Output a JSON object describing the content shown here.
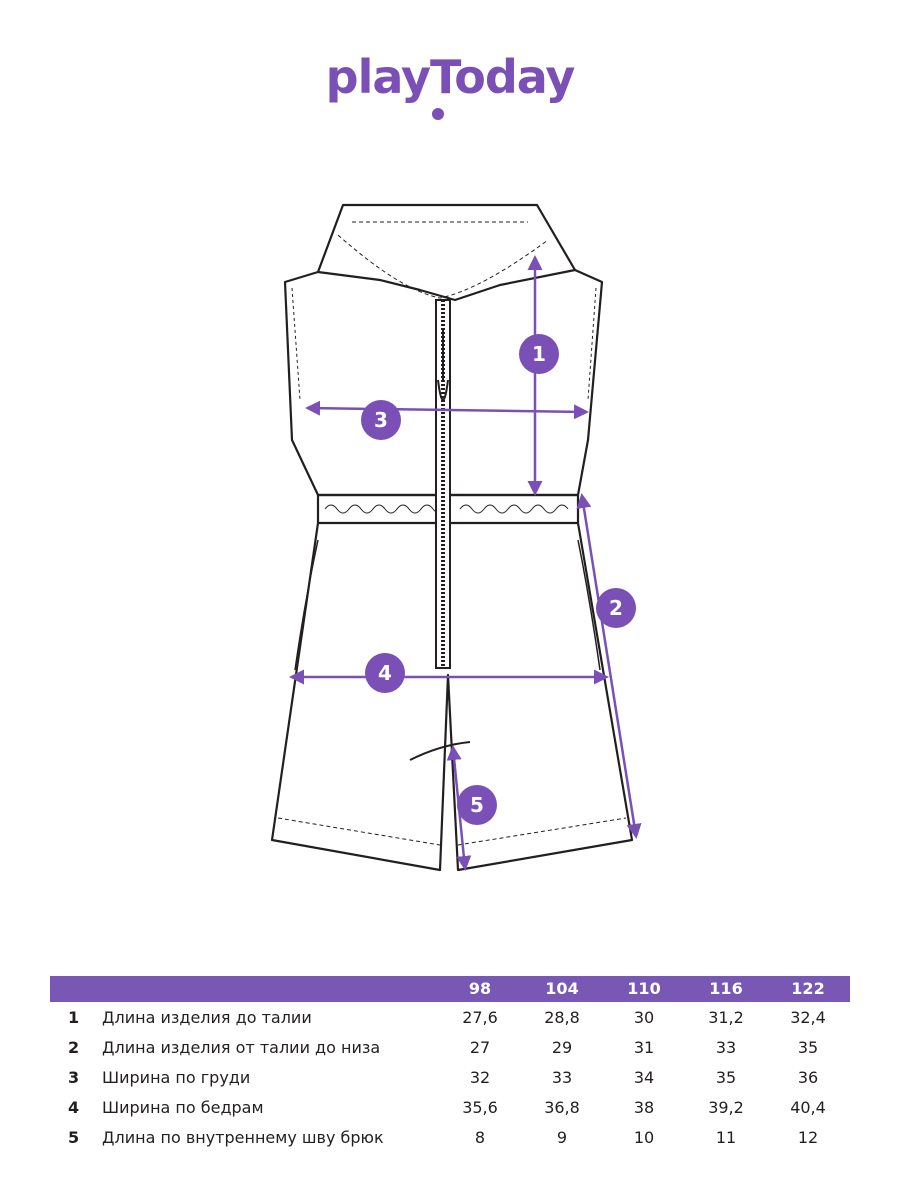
{
  "brand": {
    "logo_text": "playToday"
  },
  "colors": {
    "accent": "#7a4fb6",
    "table_header": "#7957b5",
    "line": "#231f20"
  },
  "markers": [
    "1",
    "2",
    "3",
    "4",
    "5"
  ],
  "table": {
    "headers": [
      "98",
      "104",
      "110",
      "116",
      "122"
    ],
    "rows": [
      {
        "num": "1",
        "label": "Длина изделия до талии",
        "values": [
          "27,6",
          "28,8",
          "30",
          "31,2",
          "32,4"
        ]
      },
      {
        "num": "2",
        "label": "Длина изделия от талии до низа",
        "values": [
          "27",
          "29",
          "31",
          "33",
          "35"
        ]
      },
      {
        "num": "3",
        "label": "Ширина по груди",
        "values": [
          "32",
          "33",
          "34",
          "35",
          "36"
        ]
      },
      {
        "num": "4",
        "label": "Ширина по бедрам",
        "values": [
          "35,6",
          "36,8",
          "38",
          "39,2",
          "40,4"
        ]
      },
      {
        "num": "5",
        "label": "Длина по внутреннему шву брюк",
        "values": [
          "8",
          "9",
          "10",
          "11",
          "12"
        ]
      }
    ]
  }
}
